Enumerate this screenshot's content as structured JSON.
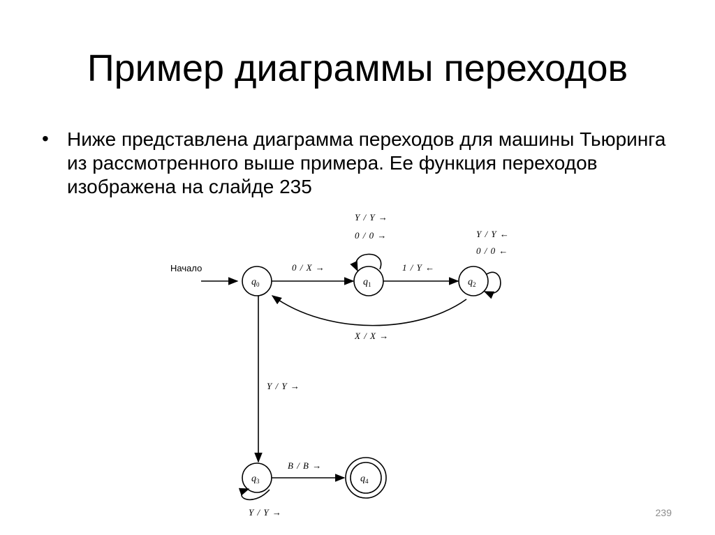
{
  "slide": {
    "title": "Пример диаграммы переходов",
    "bullet_symbol": "•",
    "bullet_text": "Ниже представлена диаграмма переходов для машины Тьюринга из рассмотренного выше примера. Ее функция переходов изображена на слайде 235",
    "page_number": "239"
  },
  "diagram": {
    "start_label": "Начало",
    "states": [
      {
        "name": "q",
        "sub": "0"
      },
      {
        "name": "q",
        "sub": "1"
      },
      {
        "name": "q",
        "sub": "2"
      },
      {
        "name": "q",
        "sub": "3"
      },
      {
        "name": "q",
        "sub": "4"
      }
    ],
    "transitions": {
      "q0_q1": "0 / X →",
      "q1_loop_top": "Y / Y →",
      "q1_loop_bottom": "0 / 0 →",
      "q1_q2": "1 / Y ←",
      "q2_loop_top": "Y / Y ←",
      "q2_loop_bottom": "0 / 0 ←",
      "q2_q0": "X / X →",
      "q0_q3": "Y / Y →",
      "q3_q4": "B / B →",
      "q3_loop": "Y / Y →"
    }
  }
}
